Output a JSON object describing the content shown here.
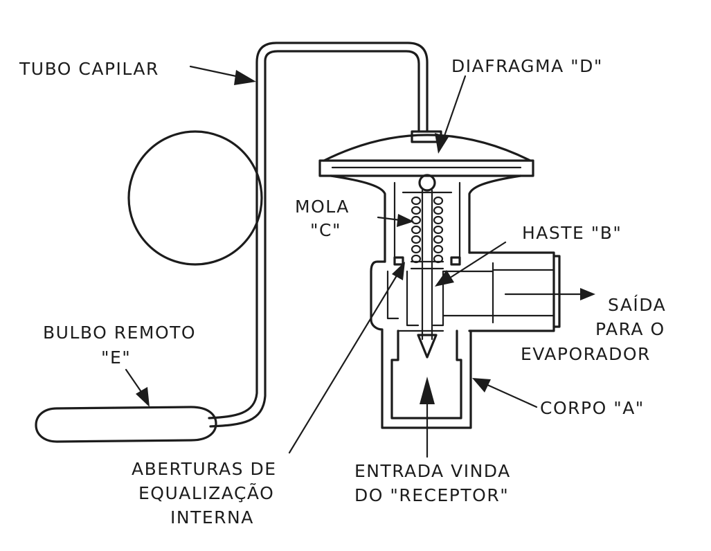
{
  "diagram": {
    "labels": {
      "tubo_capilar": "TUBO CAPILAR",
      "diafragma": "DIAFRAGMA \"D\"",
      "mola_1": "MOLA",
      "mola_2": "\"C\"",
      "haste": "HASTE \"B\"",
      "saida_1": "SAÍDA",
      "saida_2": "PARA O",
      "saida_3": "EVAPORADOR",
      "bulbo_1": "BULBO REMOTO",
      "bulbo_2": "\"E\"",
      "corpo": "CORPO \"A\"",
      "aberturas_1": "ABERTURAS DE",
      "aberturas_2": "EQUALIZAÇÃO",
      "aberturas_3": "INTERNA",
      "entrada_1": "ENTRADA VINDA",
      "entrada_2": "DO \"RECEPTOR\""
    },
    "colors": {
      "ink": "#1c1c1c",
      "paper": "#ffffff"
    }
  }
}
